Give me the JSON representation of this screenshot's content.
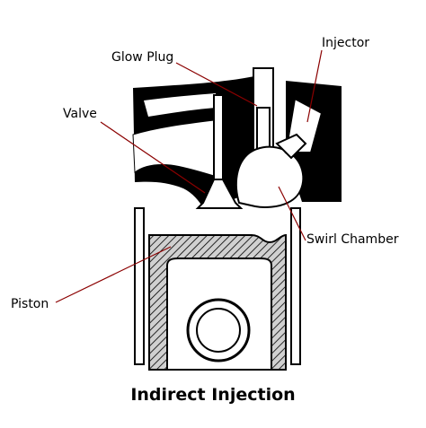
{
  "title": "Indirect Injection",
  "labels": {
    "glow_plug": "Glow Plug",
    "injector": "Injector",
    "valve": "Valve",
    "swirl_chamber": "Swirl Chamber",
    "piston": "Piston"
  },
  "colors": {
    "outline": "#000000",
    "block_fill": "#000000",
    "background": "#ffffff",
    "hatch": "#000000",
    "hatch_bg": "#d0d0d0",
    "leader_line": "#8b0000"
  }
}
